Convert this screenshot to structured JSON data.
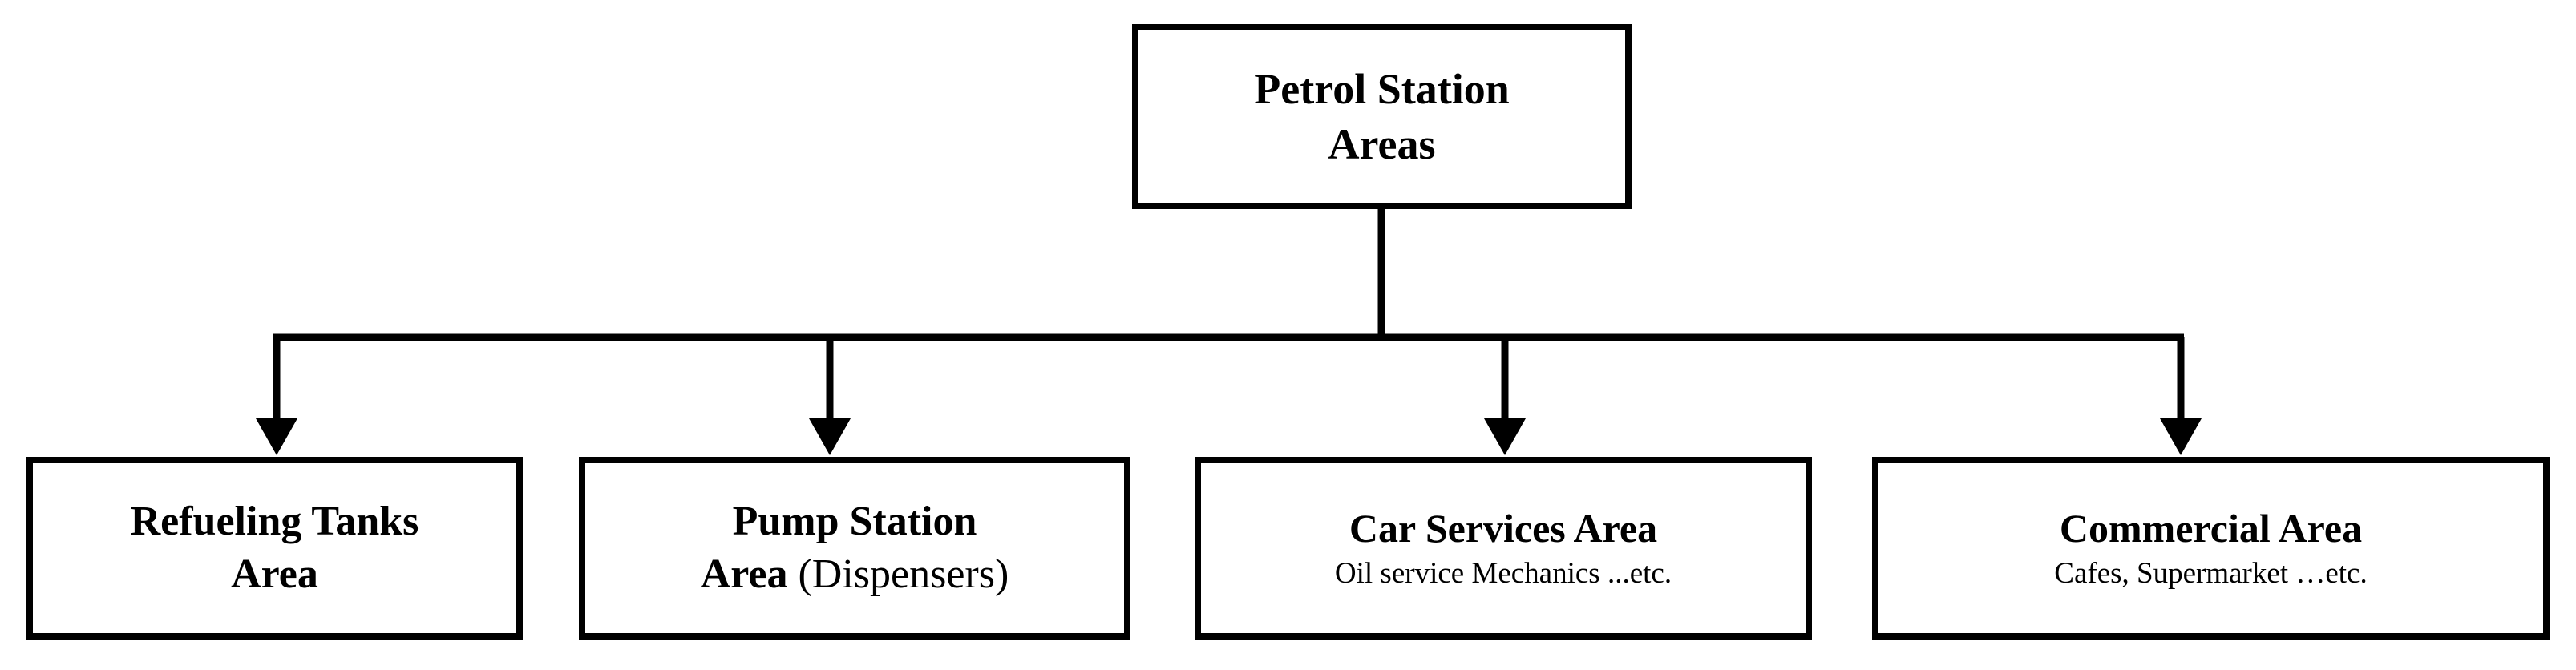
{
  "diagram": {
    "title": "Petrol Station Areas",
    "type": "organizational-tree",
    "orientation": "top-down",
    "colors": {
      "background": "#ffffff",
      "box_fill": "#ffffff",
      "border": "#000000",
      "text": "#000000",
      "connector": "#000000"
    },
    "root": {
      "id": "petrol-station-areas",
      "line1": "Petrol Station",
      "line2": "Areas"
    },
    "children": [
      {
        "id": "refueling-tanks-area",
        "line1": "Refueling Tanks",
        "line2": "Area",
        "sub": ""
      },
      {
        "id": "pump-station-area",
        "line1": "Pump Station",
        "line2_bold": "Area",
        "line2_plain": " (Dispensers)",
        "sub": ""
      },
      {
        "id": "car-services-area",
        "line1": "Car Services Area",
        "line2": "",
        "sub": "Oil service Mechanics ...etc."
      },
      {
        "id": "commercial-area",
        "line1": "Commercial Area",
        "line2": "",
        "sub": "Cafes, Supermarket …etc."
      }
    ]
  }
}
